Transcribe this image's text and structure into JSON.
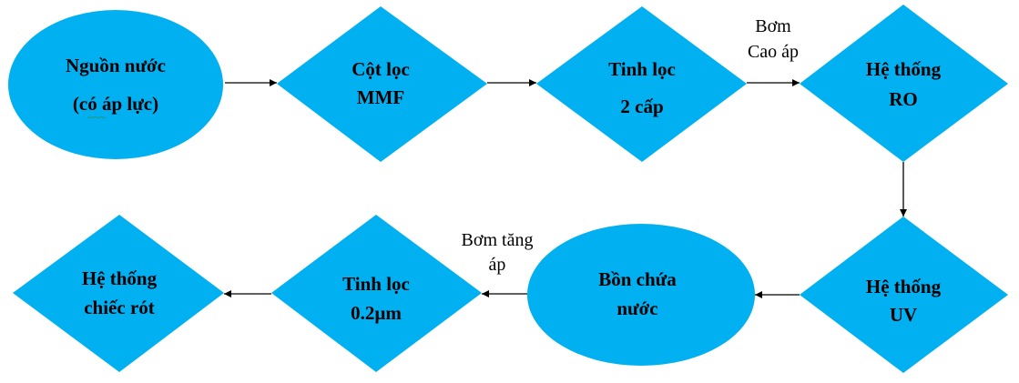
{
  "colors": {
    "shape_fill": "#00b0f0",
    "arrow": "#000000",
    "text": "#000000"
  },
  "nodes": {
    "water_source": {
      "shape": "ellipse",
      "line1": "Nguồn nước",
      "line2": "(có áp lực)"
    },
    "mmf_column": {
      "shape": "diamond",
      "line1": "Cột lọc",
      "line2": "MMF"
    },
    "fine_filter_2": {
      "shape": "diamond",
      "line1": "Tinh lọc",
      "line2": "2 cấp"
    },
    "ro_system": {
      "shape": "diamond",
      "line1": "Hệ thống",
      "line2": "RO"
    },
    "uv_system": {
      "shape": "diamond",
      "line1": "Hệ thống",
      "line2": "UV"
    },
    "water_tank": {
      "shape": "ellipse",
      "line1": "Bồn chứa",
      "line2": "nước"
    },
    "fine_filter_02": {
      "shape": "diamond",
      "line1": "Tinh lọc",
      "line2": "0.2µm"
    },
    "filling_system": {
      "shape": "diamond",
      "line1": "Hệ thống",
      "line2": "chiếc rót"
    }
  },
  "edges": {
    "high_pressure_pump": {
      "line1": "Bơm",
      "line2": "Cao áp"
    },
    "booster_pump": {
      "line1": "Bơm tăng",
      "line2": "áp"
    }
  }
}
